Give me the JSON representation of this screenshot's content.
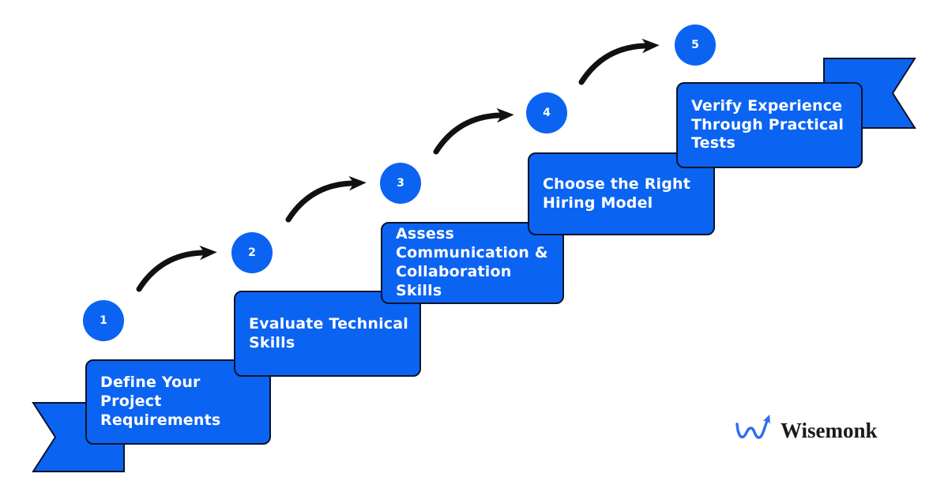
{
  "colors": {
    "primary_blue": "#0B63F2",
    "outline_dark": "#0A1428",
    "arrow_black": "#111111",
    "logo_blue": "#2F6CF0",
    "logo_text_color": "#1A1A1A",
    "text_white": "#FFFFFF"
  },
  "steps": [
    {
      "num": "1",
      "title": "Define Your Project\nRequirements"
    },
    {
      "num": "2",
      "title": "Evaluate Technical\nSkills"
    },
    {
      "num": "3",
      "title": "Assess\nCommunication &\nCollaboration Skills"
    },
    {
      "num": "4",
      "title": "Choose the Right\nHiring Model"
    },
    {
      "num": "5",
      "title": "Verify Experience\nThrough Practical\nTests"
    }
  ],
  "logo": {
    "brand": "Wisemonk"
  }
}
